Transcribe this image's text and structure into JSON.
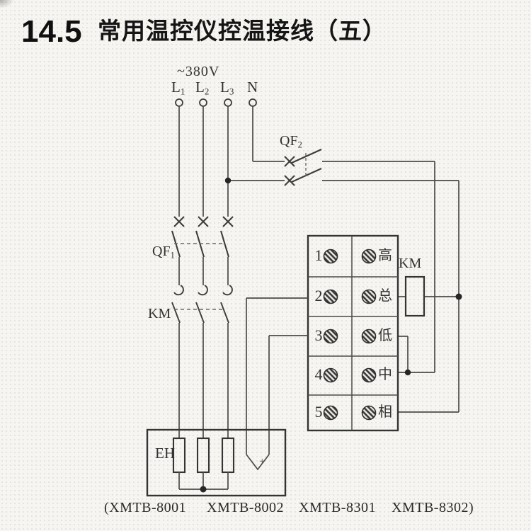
{
  "colors": {
    "background": "#f6f5f1",
    "ink": "#3c3c3c",
    "text": "#222222"
  },
  "header": {
    "section_number": "14.5",
    "title": "常用温控仪控温接线（五）"
  },
  "power": {
    "voltage": "~380V",
    "phases": [
      {
        "base": "L",
        "sub": "1"
      },
      {
        "base": "L",
        "sub": "2"
      },
      {
        "base": "L",
        "sub": "3"
      }
    ],
    "neutral": "N"
  },
  "components": {
    "qf1": {
      "base": "QF",
      "sub": "1"
    },
    "qf2": {
      "base": "QF",
      "sub": "2"
    },
    "km_contacts": "KM",
    "km_coil": "KM",
    "heater": "EH",
    "sensor_polarity": "+"
  },
  "terminal_block": {
    "rows": [
      {
        "num": "1",
        "name": "高"
      },
      {
        "num": "2",
        "name": "总"
      },
      {
        "num": "3",
        "name": "低"
      },
      {
        "num": "4",
        "name": "中"
      },
      {
        "num": "5",
        "name": "相"
      }
    ]
  },
  "models": [
    "(XMTB-8001",
    "XMTB-8002",
    "XMTB-8301",
    "XMTB-8302)"
  ]
}
